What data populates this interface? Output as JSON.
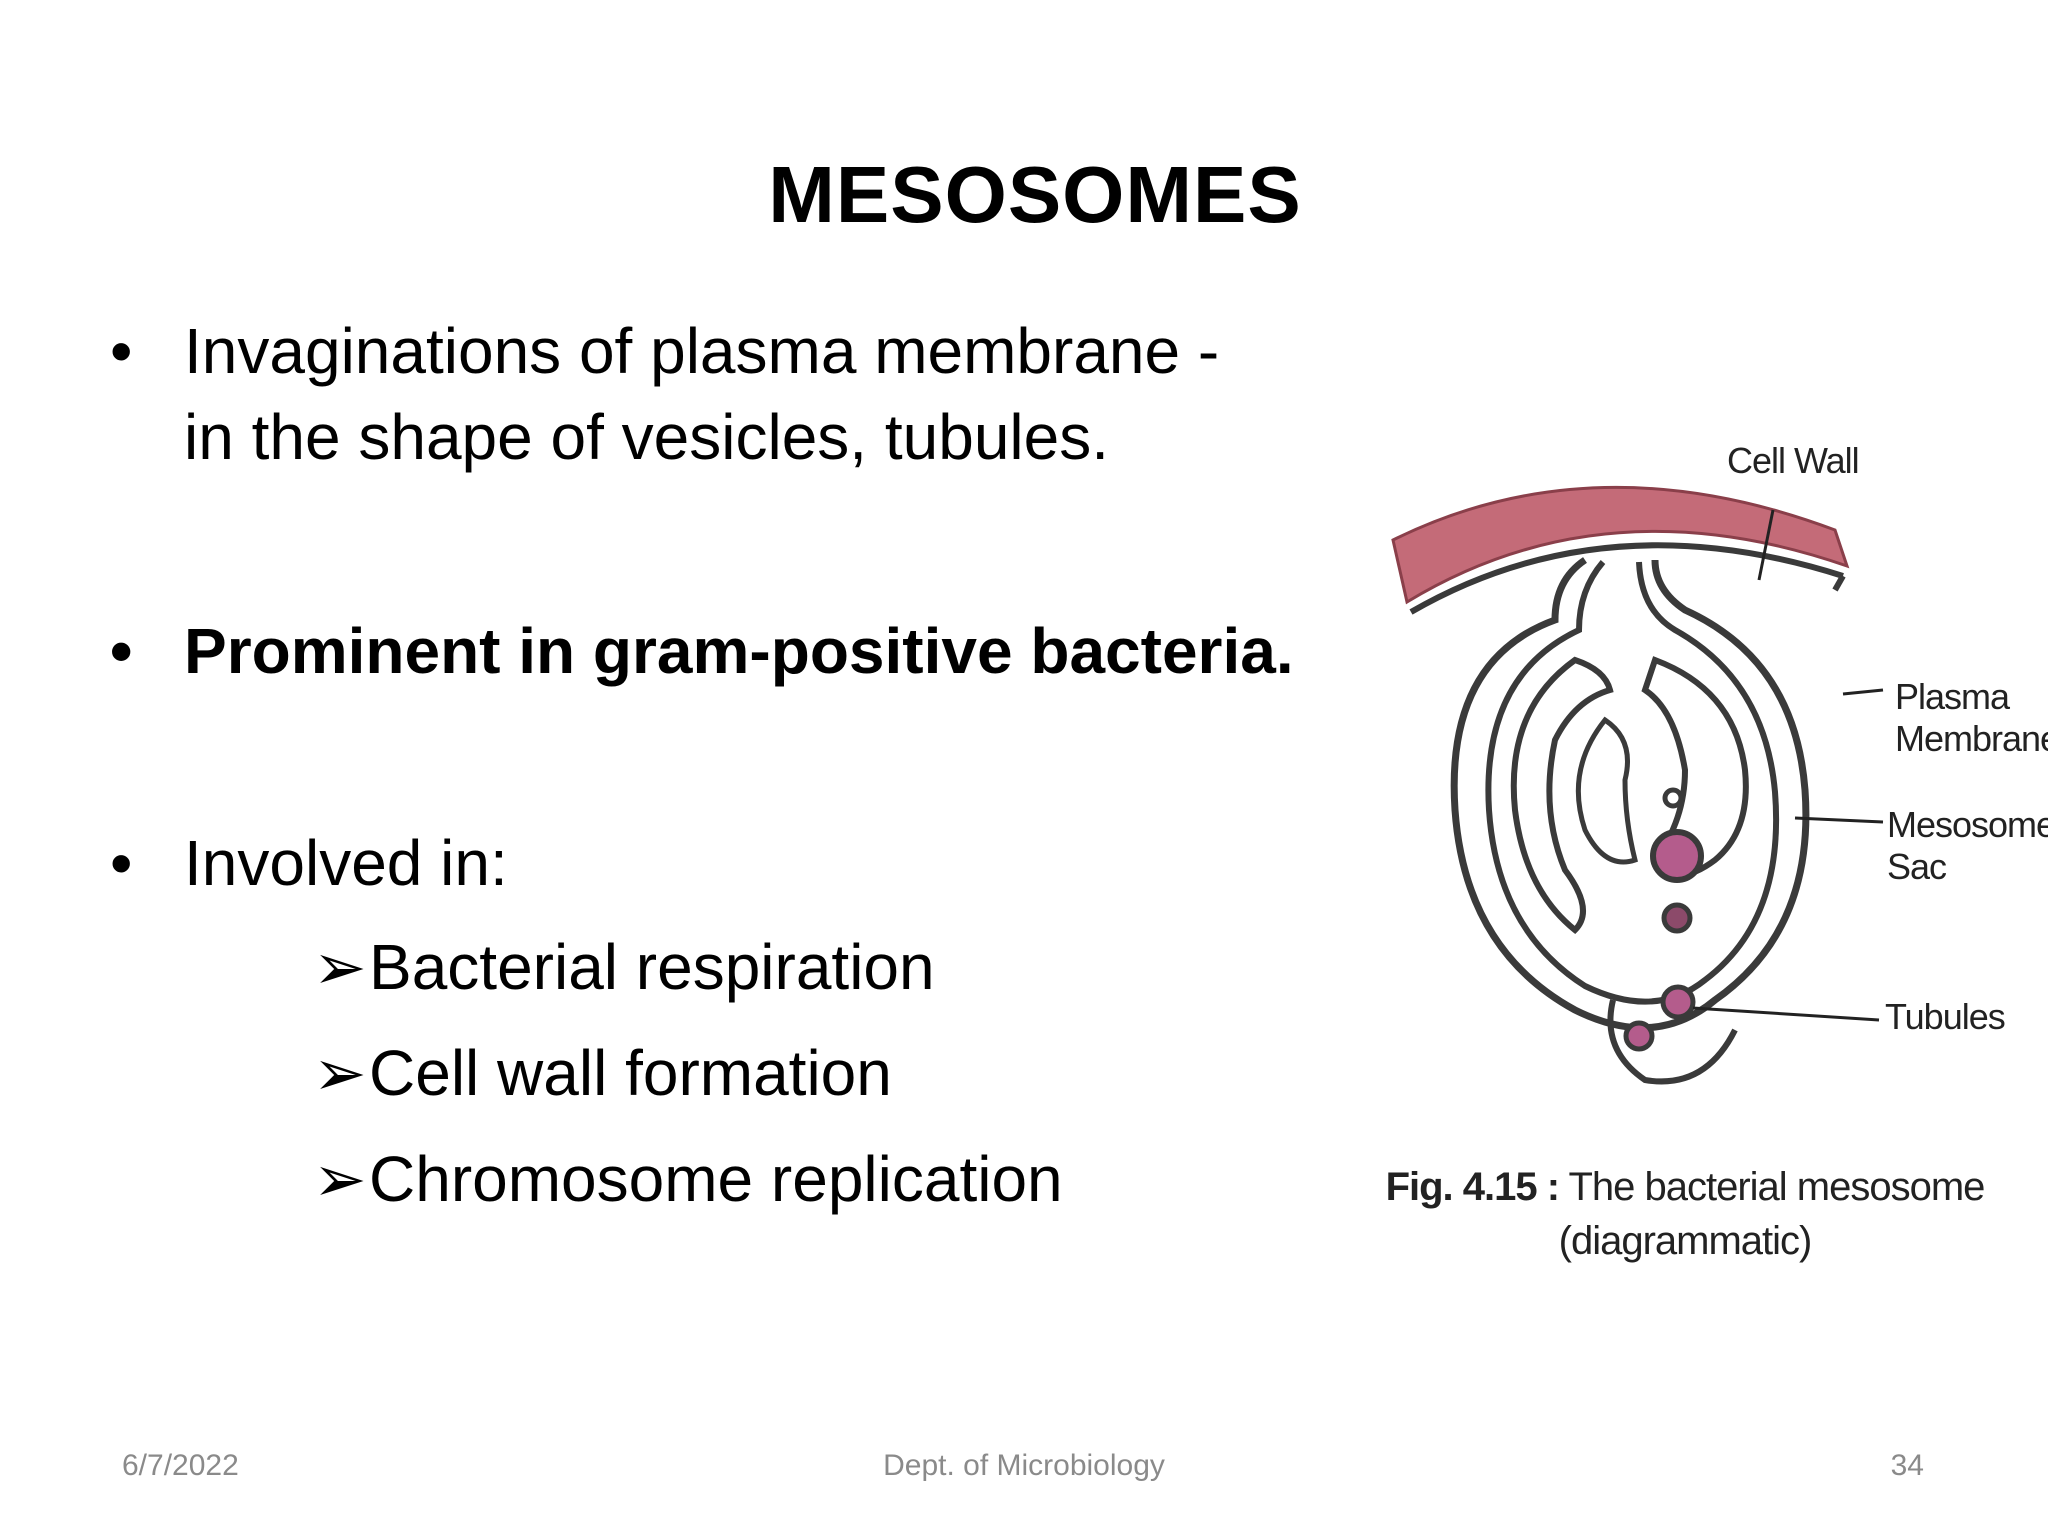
{
  "slide": {
    "title": "MESOSOMES",
    "bullets": [
      {
        "lines": [
          "Invaginations of plasma membrane -",
          "in the shape of vesicles, tubules."
        ]
      },
      {
        "lines": [
          "Prominent in gram-positive bacteria."
        ]
      },
      {
        "lines": [
          "Involved in:"
        ]
      }
    ],
    "sub_items": [
      "Bacterial respiration",
      "Cell wall formation",
      "Chromosome replication"
    ],
    "bullet_symbol": "•",
    "sub_symbol": "➢"
  },
  "figure": {
    "labels": {
      "cell_wall": "Cell Wall",
      "plasma_membrane": [
        "Plasma",
        "Membrane"
      ],
      "mesosome_sac": [
        "Mesosome",
        "Sac"
      ],
      "tubules": "Tubules"
    },
    "caption_prefix": "Fig. 4.15 :",
    "caption_text": "The bacterial mesosome",
    "caption_line2": "(diagrammatic)",
    "colors": {
      "cell_wall": "#c46b78",
      "vesicle": "#b45c8c",
      "outline": "#3a3a3a"
    }
  },
  "footer": {
    "date": "6/7/2022",
    "department": "Dept. of Microbiology",
    "page": "34"
  }
}
